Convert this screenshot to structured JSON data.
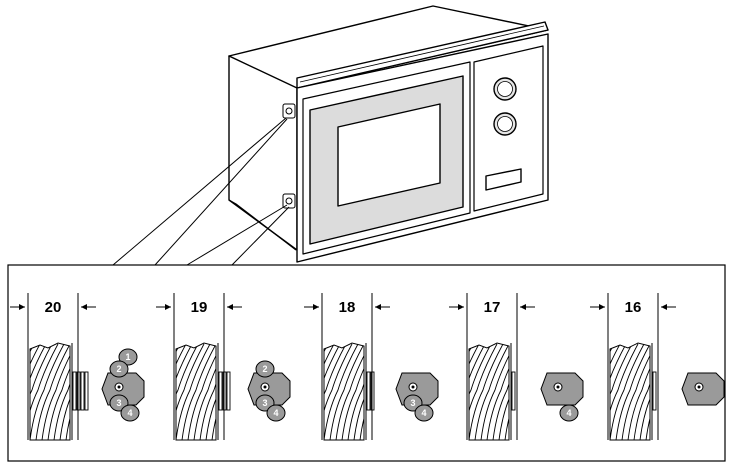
{
  "figure": {
    "title": "",
    "oven": {
      "name": "built-in microwave",
      "knob_icon": "dial-knob-icon"
    },
    "panels": [
      {
        "gap_label": "20",
        "tabs": [
          "1",
          "2",
          "3",
          "4"
        ]
      },
      {
        "gap_label": "19",
        "tabs": [
          "2",
          "3",
          "4"
        ]
      },
      {
        "gap_label": "18",
        "tabs": [
          "3",
          "4"
        ]
      },
      {
        "gap_label": "17",
        "tabs": [
          "4"
        ]
      },
      {
        "gap_label": "16",
        "tabs": []
      }
    ],
    "colors": {
      "line": "#000000",
      "window_fill": "#dcdcdc",
      "bracket_fill": "#9a9a9a"
    }
  }
}
